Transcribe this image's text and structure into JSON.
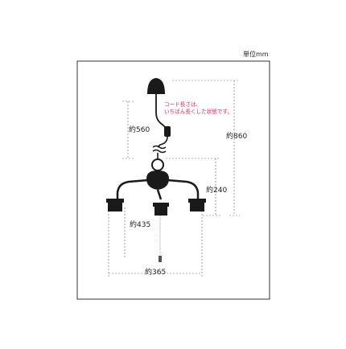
{
  "unit_label": "単位mm",
  "note": {
    "line1": "コード長さは、",
    "line2": "いちばん長くした状態です。"
  },
  "dimensions": {
    "cord_length": "約560",
    "total_height": "約860",
    "body_height": "約240",
    "drop_height": "約435",
    "width": "約365"
  },
  "colors": {
    "note": "#e0245e",
    "line": "#333333",
    "fixture": "#1a1a1a"
  }
}
